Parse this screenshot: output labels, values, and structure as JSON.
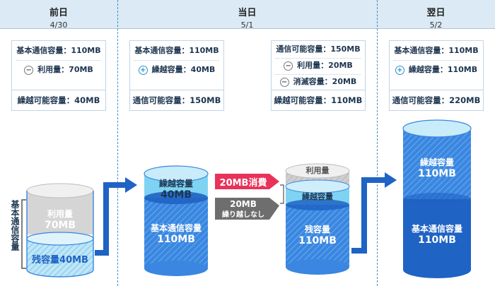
{
  "headers": [
    {
      "title": "前日",
      "date": "4/30"
    },
    {
      "title": "当日",
      "date": "5/1"
    },
    {
      "title": "翌日",
      "date": "5/2"
    }
  ],
  "boxes": {
    "prev": {
      "basic": "基本通信容量：110MB",
      "used": "利用量：70MB",
      "total": "繰越可能容量：40MB"
    },
    "mid": {
      "basic": "基本通信容量：110MB",
      "carry": "繰越容量：40MB",
      "total": "通信可能容量：150MB"
    },
    "curr": {
      "available": "通信可能容量：150MB",
      "used": "利用量：20MB",
      "expired": "消滅容量：20MB",
      "total": "繰越可能容量：110MB"
    },
    "next": {
      "basic": "基本通信容量：110MB",
      "carry": "繰越容量：110MB",
      "total": "通信可能容量：220MB"
    }
  },
  "symbols": {
    "minus": "−",
    "plus": "+"
  },
  "diagram": {
    "side_label": "基本通信容量",
    "c1_used": "利用量",
    "c1_used_val": "70MB",
    "c1_rest": "残容量40MB",
    "c2_carry": "繰越容量",
    "c2_carry_val": "40MB",
    "c2_basic": "基本通信容量",
    "c2_basic_val": "110MB",
    "consume": "20MB消費",
    "lost_val": "20MB",
    "lost_note": "繰り越しなし",
    "c3_used": "利用量",
    "c3_carry": "繰越容量",
    "c3_rest": "残容量",
    "c3_rest_val": "110MB",
    "c4_carry": "繰越容量",
    "c4_carry_val": "110MB",
    "c4_basic": "基本通信容量",
    "c4_basic_val": "110MB"
  },
  "colors": {
    "header_bg": "#dbeaf4",
    "blue_dark": "#1f63c4",
    "blue_mid": "#3a86e0",
    "blue_light": "#6ec8ee",
    "arrow": "#1f63c4",
    "consume_red": "#e8325a",
    "lost_gray": "#666666"
  }
}
